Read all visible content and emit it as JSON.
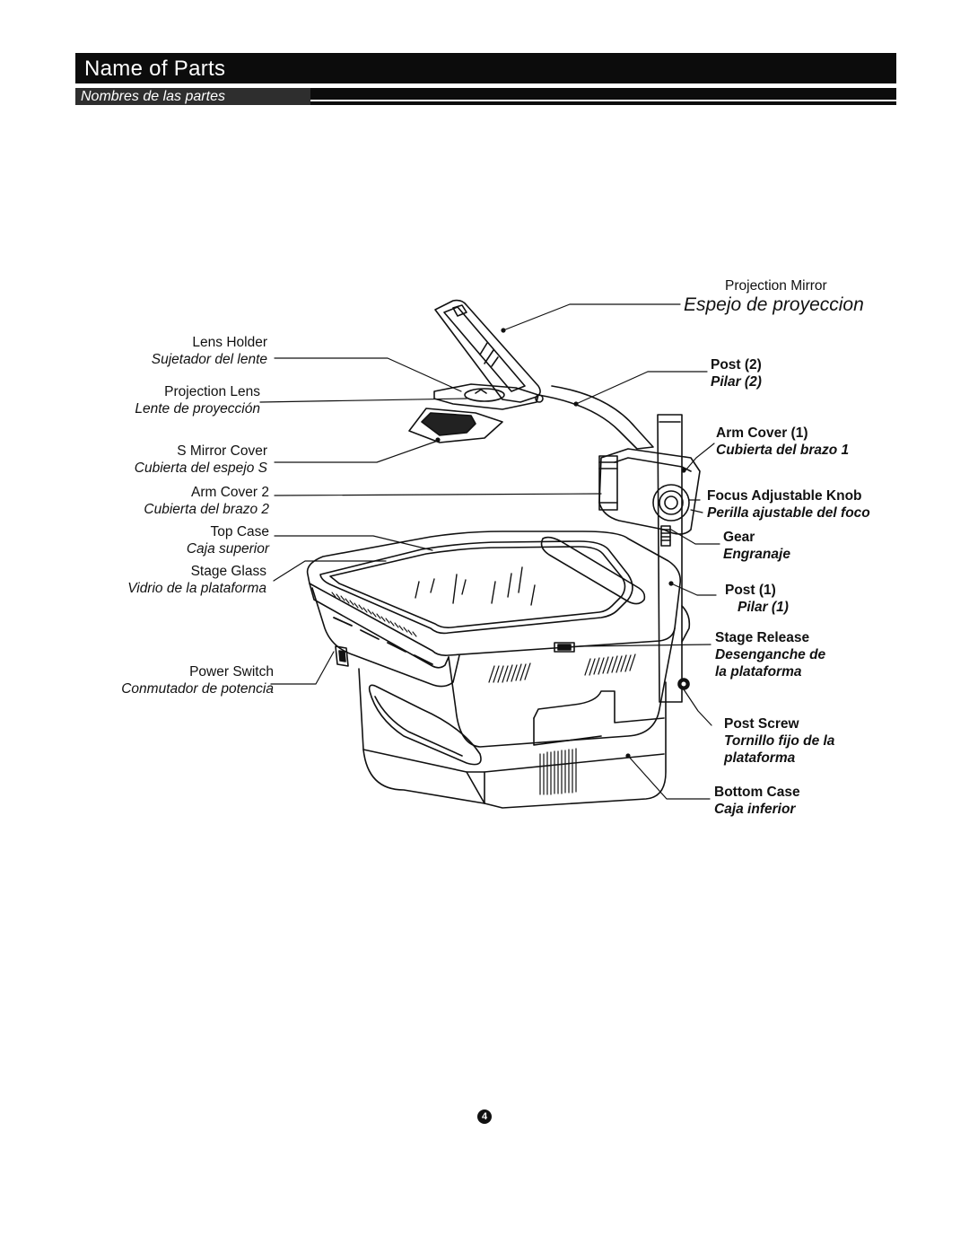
{
  "header": {
    "title": "Name of Parts",
    "subtitle": "Nombres de las partes"
  },
  "labels": {
    "lens_holder": {
      "en": "Lens Holder",
      "es": "Sujetador del lente"
    },
    "projection_lens": {
      "en": "Projection Lens",
      "es": "Lente de proyección"
    },
    "s_mirror_cover": {
      "en": "S Mirror Cover",
      "es": "Cubierta del espejo S"
    },
    "arm_cover_2": {
      "en": "Arm Cover 2",
      "es": "Cubierta del brazo 2"
    },
    "top_case": {
      "en": "Top Case",
      "es": "Caja superior"
    },
    "stage_glass": {
      "en": "Stage Glass",
      "es": "Vidrio de la plataforma"
    },
    "power_switch": {
      "en": "Power Switch",
      "es": "Conmutador de potencia"
    },
    "projection_mirror": {
      "en": "Projection Mirror",
      "es": "Espejo de proyeccion"
    },
    "post_2": {
      "en": "Post (2)",
      "es": "Pilar (2)"
    },
    "arm_cover_1": {
      "en": "Arm Cover (1)",
      "es": "Cubierta del brazo 1"
    },
    "focus_knob": {
      "en": "Focus Adjustable Knob",
      "es": "Perilla ajustable del foco"
    },
    "gear": {
      "en": "Gear",
      "es": "Engranaje"
    },
    "post_1": {
      "en": "Post (1)",
      "es": "Pilar (1)"
    },
    "stage_release": {
      "en": "Stage Release",
      "es1": "Desenganche de",
      "es2": "la plataforma"
    },
    "post_screw": {
      "en": "Post Screw",
      "es1": "Tornillo fijo de la",
      "es2": "plataforma"
    },
    "bottom_case": {
      "en": "Bottom Case",
      "es": "Caja inferior"
    }
  },
  "page_number": "4"
}
